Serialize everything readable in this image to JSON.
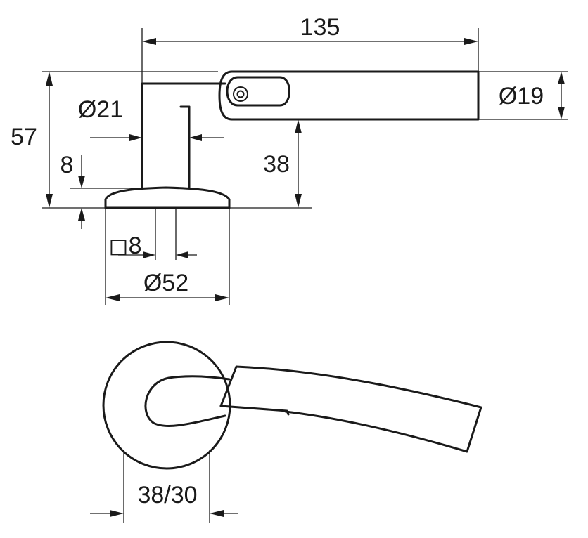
{
  "labels": {
    "length": "135",
    "height": "57",
    "rose_gap": "8",
    "spindle": "◻8",
    "neck_diameter": "Ø21",
    "lever_diameter": "Ø19",
    "lever_height": "38",
    "rose_diameter": "Ø52",
    "bottom_width": "38/30"
  }
}
